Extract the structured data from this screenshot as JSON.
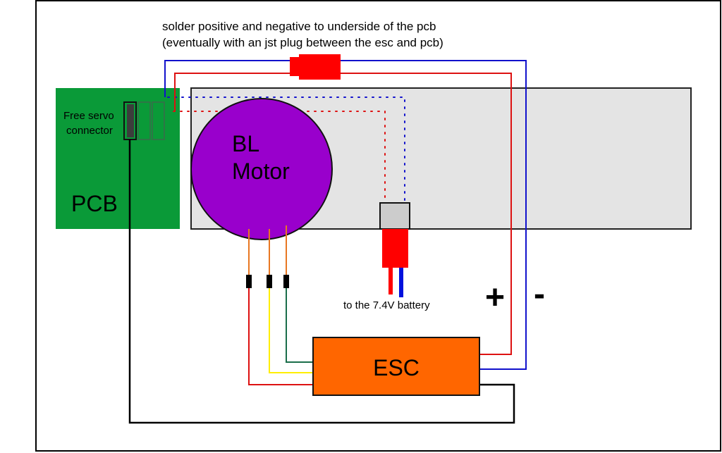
{
  "title_lines": [
    "solder positive and negative to underside of the pcb",
    "(eventually with an jst plug between the esc and pcb)"
  ],
  "components": {
    "pcb": {
      "label": "PCB",
      "color": "#0a9a38"
    },
    "servo_connector": {
      "label_line1": "Free servo",
      "label_line2": "connector"
    },
    "motor": {
      "label_line1": "BL",
      "label_line2": "Motor",
      "color": "#9900cc"
    },
    "esc": {
      "label": "ESC",
      "color": "#ff6600"
    },
    "battery_plug": {
      "label": "to the 7.4V battery",
      "color": "#ff0000"
    },
    "jst_plug": {
      "color": "#ff0000"
    },
    "chassis": {
      "color": "#e4e4e4"
    }
  },
  "polarity": {
    "positive": "+",
    "negative": "-"
  },
  "wire_colors": {
    "positive": "#dd1111",
    "negative": "#1111cc",
    "motor_leads": "#e87722",
    "phase_a": "#dd1111",
    "phase_b": "#ffee00",
    "phase_c": "#1a6e4a",
    "signal": "#000000"
  }
}
